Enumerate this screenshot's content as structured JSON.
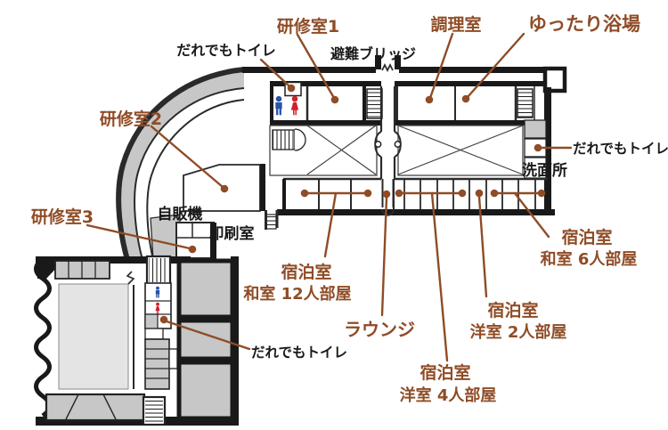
{
  "diagram": {
    "type": "floor-plan",
    "language": "ja",
    "colors": {
      "label_brown": "#8f4c26",
      "wall_black": "#191919",
      "room_gray": "#c7c7c7",
      "hall_gray": "#e4e4e4",
      "man_icon_blue": "#2753a8",
      "woman_icon_red": "#d21f2c",
      "background": "#ffffff"
    },
    "labels": {
      "training_room_1": "研修室1",
      "training_room_2": "研修室2",
      "training_room_3": "研修室3",
      "cooking_room": "調理室",
      "bath": "ゆったり浴場",
      "evacuation_bridge": "避難ブリッジ",
      "accessible_toilet_top": "だれでもトイレ",
      "accessible_toilet_right": "だれでもトイレ",
      "accessible_toilet_lower": "だれでもトイレ",
      "washroom": "洗面所",
      "vending_machine": "自販機",
      "print_room": "印刷室",
      "lounge": "ラウンジ",
      "guest_japanese_12": {
        "line1": "宿泊室",
        "line2": "和室 12人部屋"
      },
      "guest_japanese_6": {
        "line1": "宿泊室",
        "line2": "和室 6人部屋"
      },
      "guest_western_2": {
        "line1": "宿泊室",
        "line2": "洋室 2人部屋"
      },
      "guest_western_4": {
        "line1": "宿泊室",
        "line2": "洋室 4人部屋"
      }
    },
    "icons": {
      "man": "man-icon",
      "woman": "woman-icon"
    }
  }
}
